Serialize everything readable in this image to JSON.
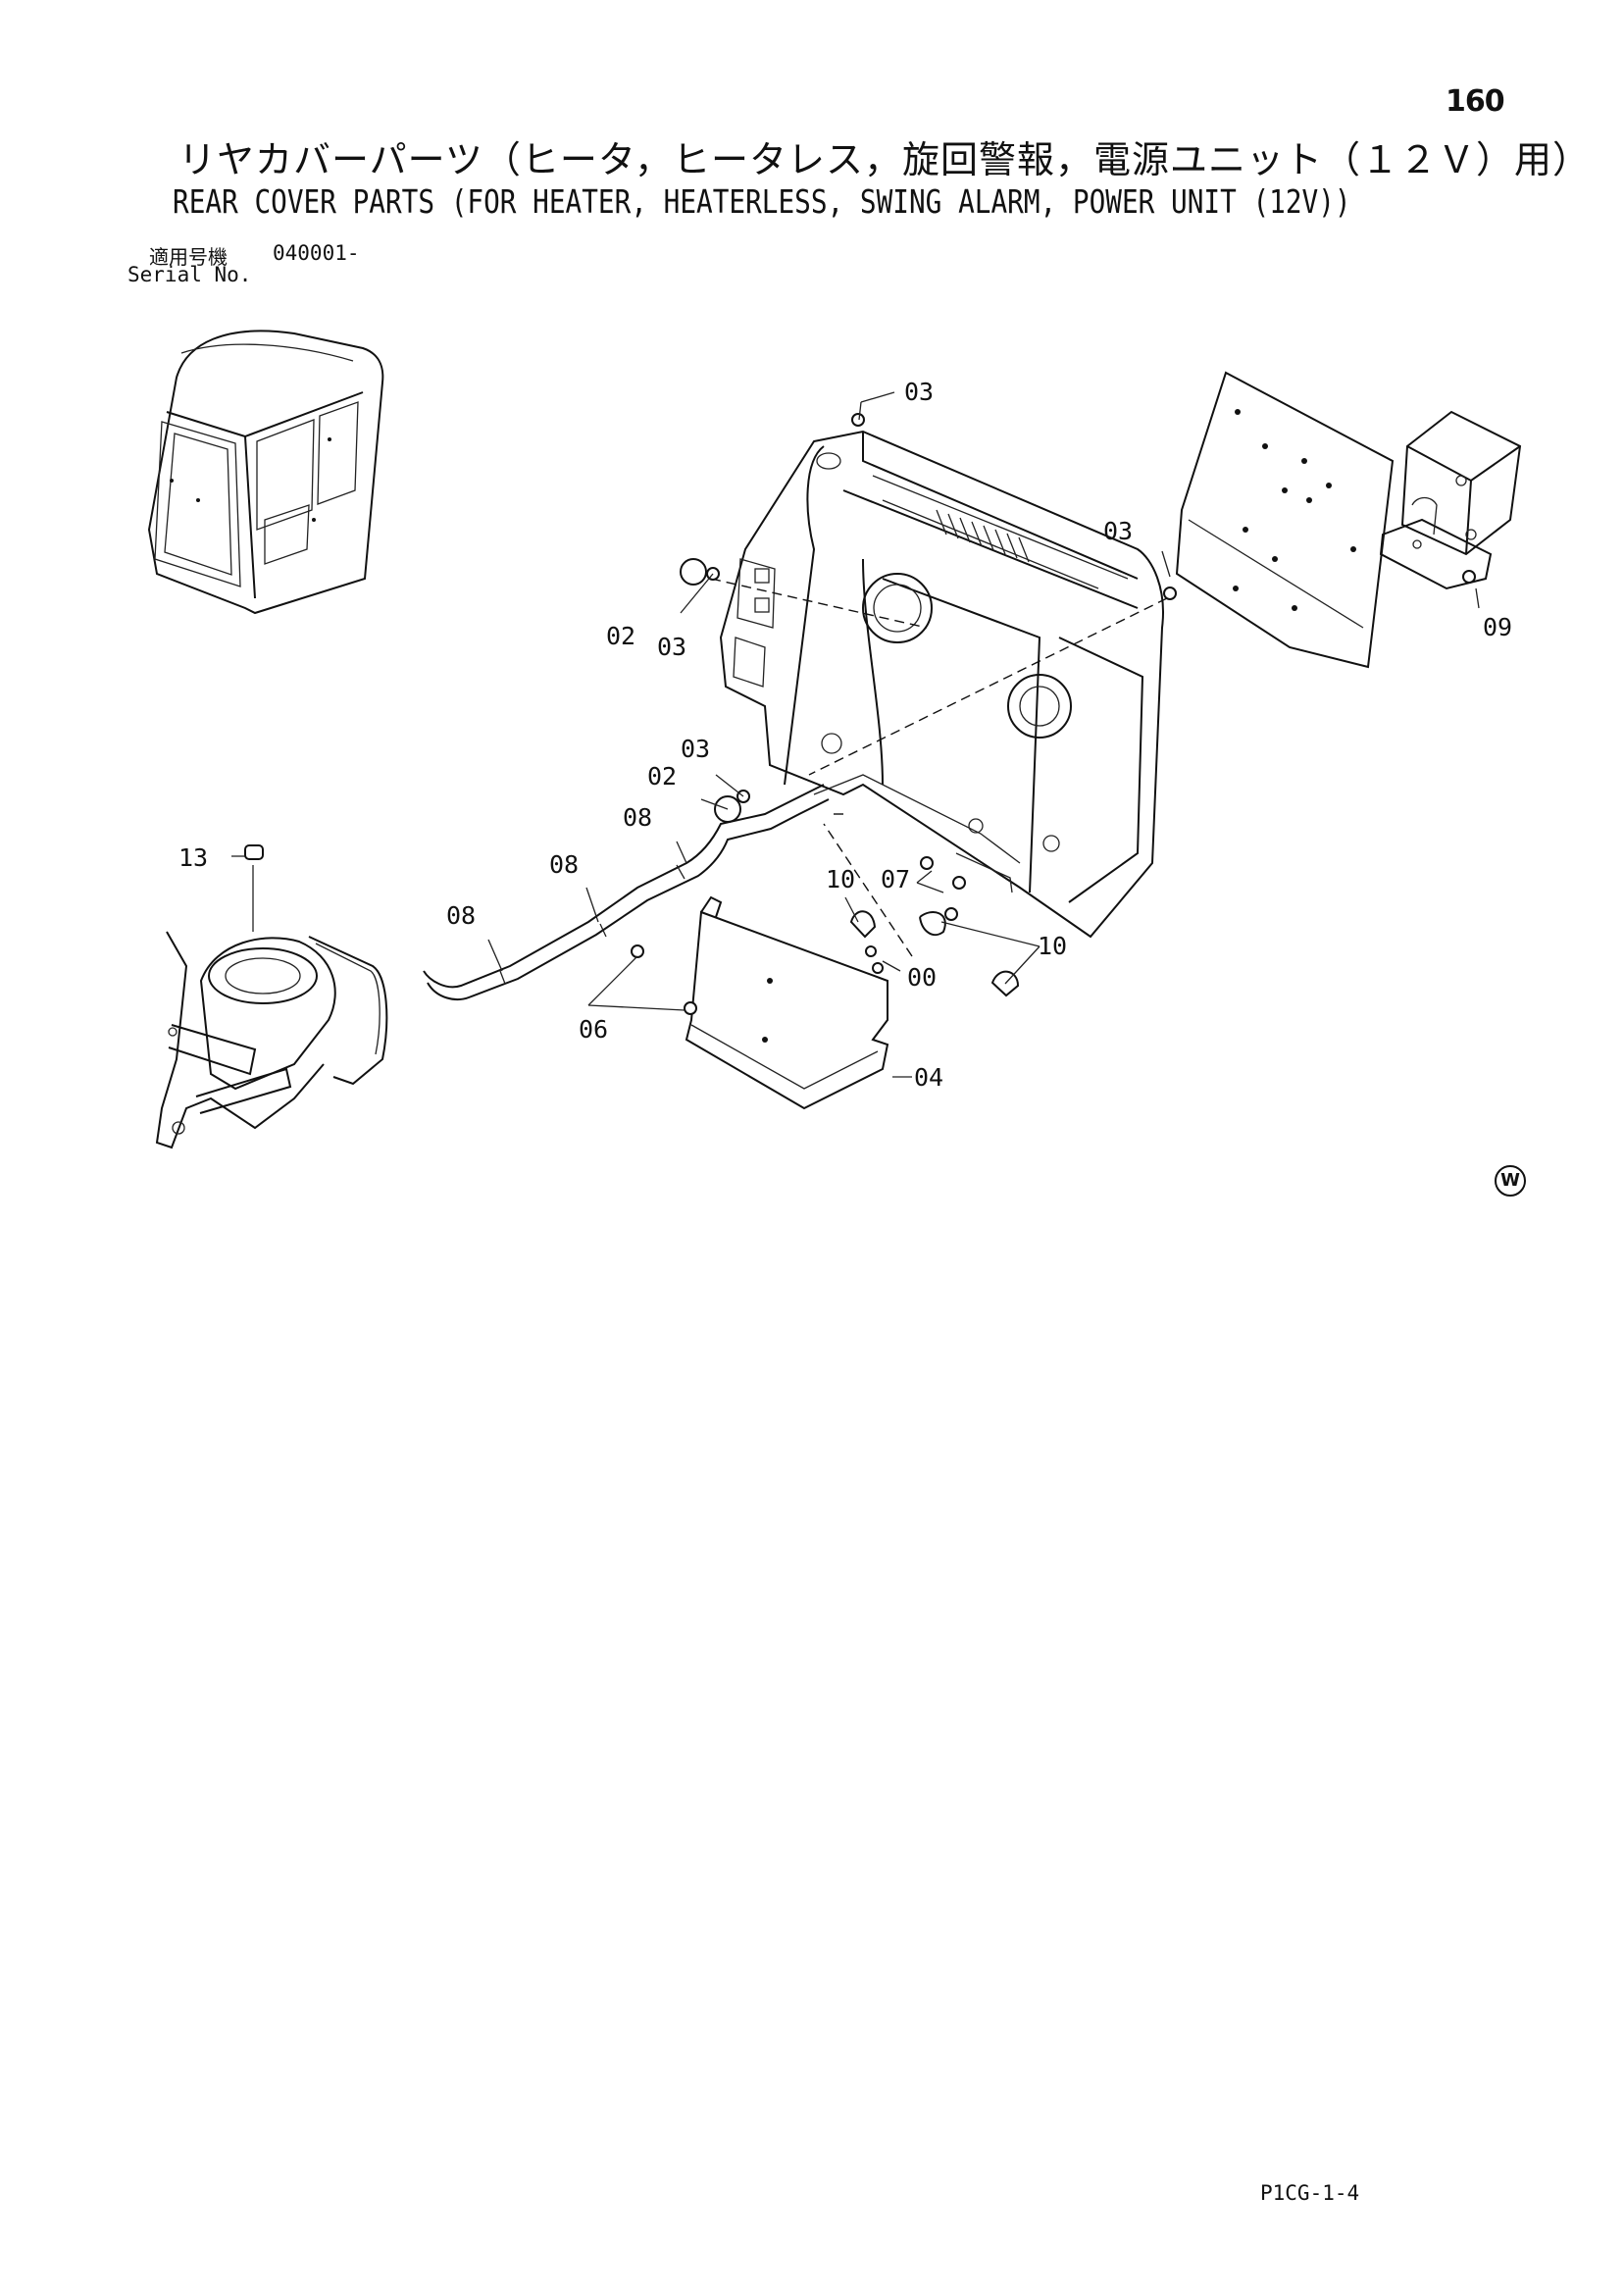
{
  "header": {
    "page_number": "160",
    "title_jp": "リヤカバーパーツ（ヒータ，ヒータレス，旋回警報，電源ユニット（１２Ｖ）用）",
    "title_en": "REAR COVER PARTS (FOR HEATER, HEATERLESS, SWING ALARM, POWER UNIT (12V))",
    "serial_label_jp": "適用号機",
    "serial_value": "040001-",
    "serial_label_en": "Serial No."
  },
  "callouts": {
    "c03_top": "03",
    "c03_right": "03",
    "c02_a": "02",
    "c03_a": "03",
    "c09": "09",
    "c03_b": "03",
    "c02_b": "02",
    "c08_a": "08",
    "c08_b": "08",
    "c08_c": "08",
    "c13": "13",
    "c10_a": "10",
    "c07": "07",
    "c10_b": "10",
    "c00": "00",
    "c06": "06",
    "c04": "04"
  },
  "footer": {
    "figure_code": "P1CG-1-4",
    "watermark_letter": "W"
  }
}
